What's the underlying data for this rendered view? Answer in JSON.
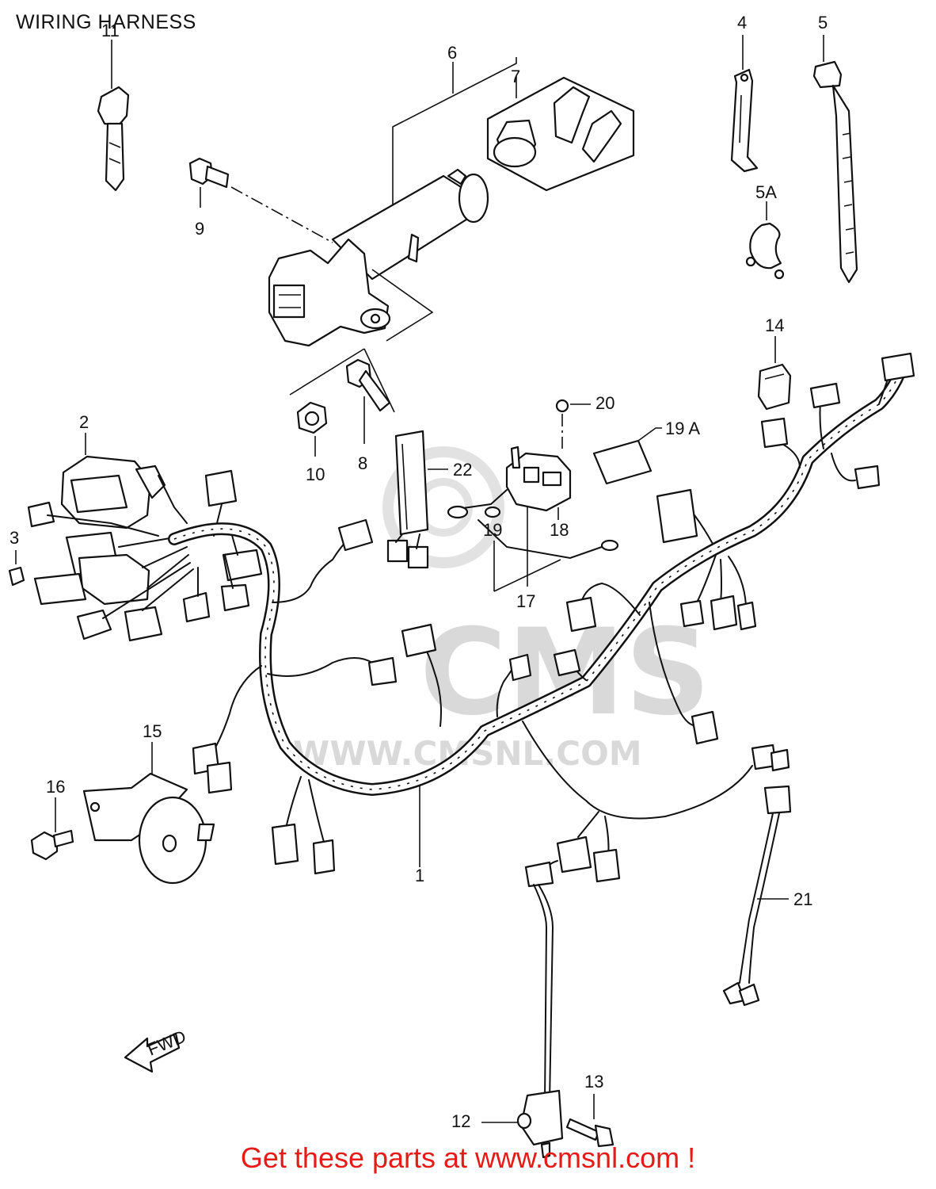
{
  "page_title": "WIRING HARNESS",
  "footer_text": "Get these parts at www.cmsnl.com !",
  "watermark_text": "WWW.CMSNL.COM",
  "watermark_logo": "CMS",
  "fwd_label": "FWD",
  "callouts": {
    "c1": "1",
    "c2": "2",
    "c3": "3",
    "c4": "4",
    "c5": "5",
    "c5a": "5A",
    "c6": "6",
    "c7": "7",
    "c8": "8",
    "c9": "9",
    "c10": "10",
    "c11": "11",
    "c12": "12",
    "c13": "13",
    "c14": "14",
    "c15": "15",
    "c16": "16",
    "c17": "17",
    "c18": "18",
    "c19": "19",
    "c19a": "19 A",
    "c20": "20",
    "c21": "21",
    "c22": "22"
  },
  "colors": {
    "footer": "#e41b17",
    "line": "#111111",
    "watermark": "#d9d9d9"
  }
}
